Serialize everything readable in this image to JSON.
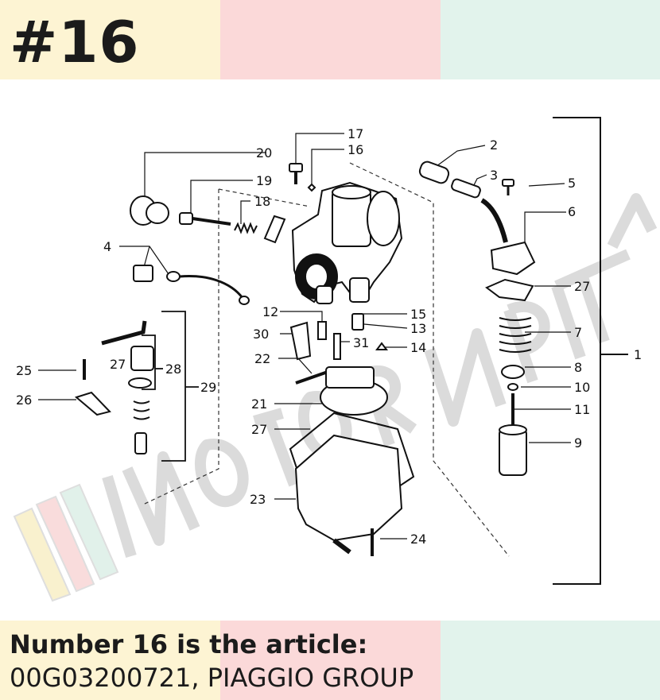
{
  "header": {
    "badge": "#16"
  },
  "caption": {
    "line1": "Number 16 is the article:",
    "line2": "00G03200721, PIAGGIO GROUP"
  },
  "watermark": {
    "text": "MOTORNDBRCIA"
  },
  "colors": {
    "yellow": "#fdf4d3",
    "pink": "#fbd9d9",
    "mint": "#e2f3ec",
    "ink": "#1b1b1b"
  },
  "parts": {
    "p1": "1",
    "p2": "2",
    "p3": "3",
    "p4": "4",
    "p5": "5",
    "p6": "6",
    "p7": "7",
    "p8": "8",
    "p9": "9",
    "p10": "10",
    "p11": "11",
    "p12": "12",
    "p13": "13",
    "p14": "14",
    "p15": "15",
    "p16": "16",
    "p17": "17",
    "p18": "18",
    "p19": "19",
    "p20": "20",
    "p21": "21",
    "p22": "22",
    "p23": "23",
    "p24": "24",
    "p25": "25",
    "p26": "26",
    "p27a": "27",
    "p27b": "27",
    "p27c": "27",
    "p28": "28",
    "p29": "29",
    "p30": "30",
    "p31": "31"
  }
}
